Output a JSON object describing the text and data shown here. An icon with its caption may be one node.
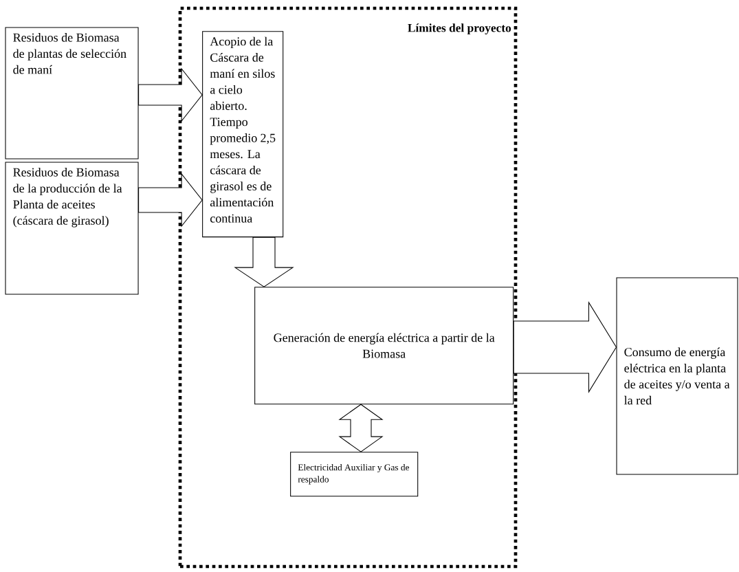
{
  "diagram": {
    "nodes": [
      {
        "text": [
          "Límites del proyecto"
        ]
      },
      {
        "text": [
          "Residuos de Biomasa de plantas de selección de maní"
        ]
      },
      {
        "text": [
          "Residuos de Biomasa de la producción de la Planta de aceites (cáscara de girasol)"
        ]
      },
      {
        "text": [
          "Acopio de la Cáscara de maní en silos a cielo abierto. Tiempo promedio 2,5 meses. La cáscara de girasol es de alimentación continua"
        ],
        "in": 0
      },
      {
        "text": [
          "Generación de energía eléctrica a partir de la Biomasa"
        ],
        "in": 0
      },
      {
        "text": [
          "Electricidad Auxiliar y Gas de respaldo"
        ],
        "in": 0
      },
      {
        "text": [
          "Consumo de energía eléctrica en la planta de aceites y/o venta a la red"
        ]
      }
    ],
    "edges": [
      {
        "from": 1,
        "to": 3,
        "arrow": "to"
      },
      {
        "from": 2,
        "to": 3,
        "arrow": "to"
      },
      {
        "from": 3,
        "to": 4,
        "arrow": "to"
      },
      {
        "from": 4,
        "to": 6,
        "arrow": "to"
      },
      {
        "from": 4,
        "to": 5,
        "arrow": "both"
      }
    ]
  }
}
